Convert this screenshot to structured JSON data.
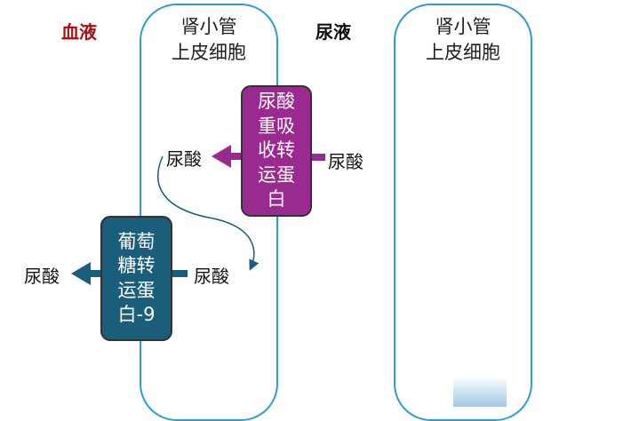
{
  "labels": {
    "blood": "血液",
    "urine": "尿液"
  },
  "tubes": [
    {
      "line1": "肾小管",
      "line2": "上皮细胞"
    },
    {
      "line1": "肾小管",
      "line2": "上皮细胞"
    }
  ],
  "urat1": {
    "lines": [
      "尿酸",
      "重吸",
      "收转",
      "运蛋",
      "白"
    ],
    "color": "#9a2a8f",
    "left_label": "尿酸",
    "right_label": "尿酸"
  },
  "glut9": {
    "lines": [
      "葡萄",
      "糖转",
      "运蛋",
      "白-9"
    ],
    "color": "#1b5e7b",
    "left_label": "尿酸",
    "right_label": "尿酸"
  }
}
